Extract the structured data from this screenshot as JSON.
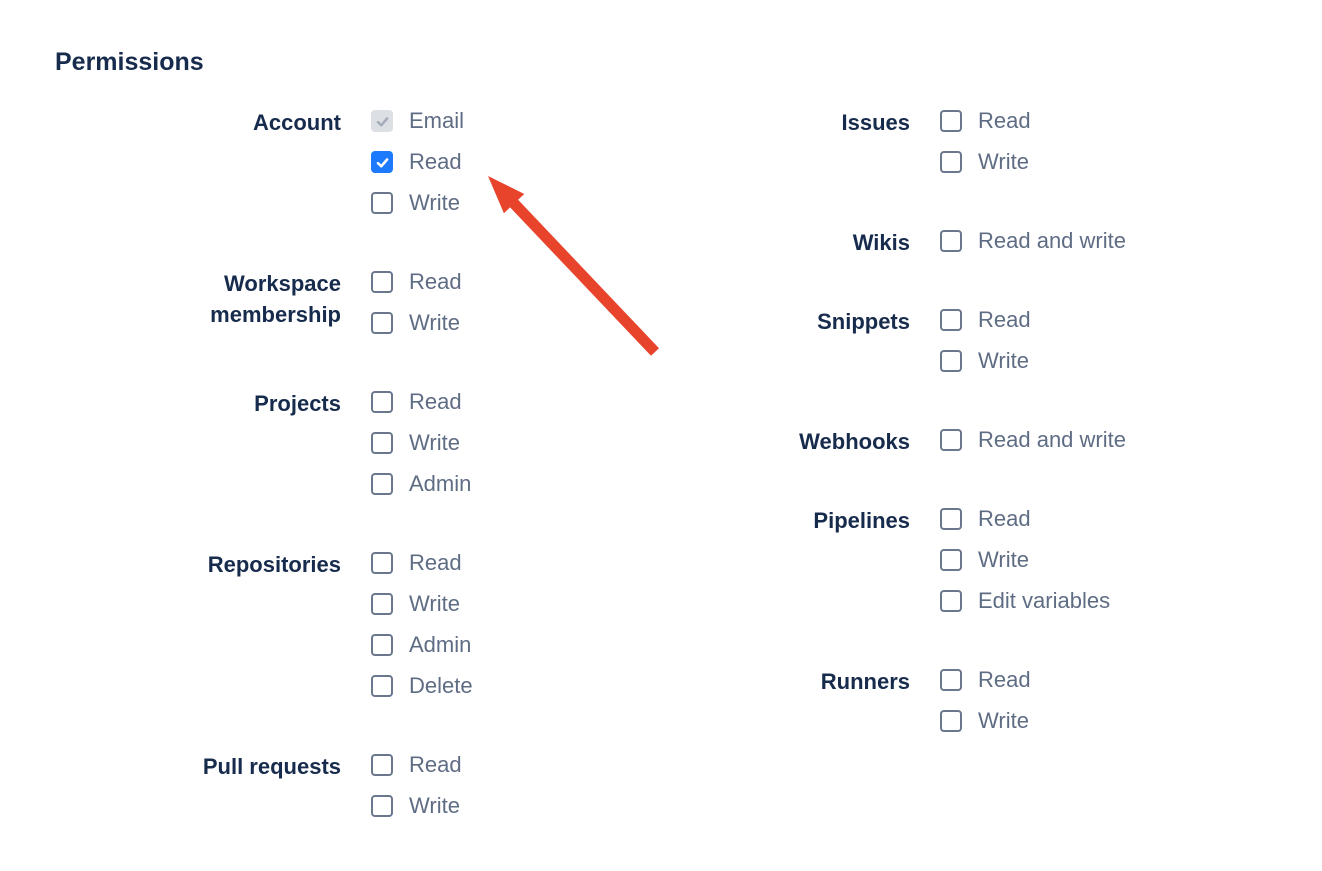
{
  "page": {
    "title": "Permissions"
  },
  "colors": {
    "heading_text": "#172B4D",
    "group_label_text": "#172B4D",
    "option_label_text": "#5E6C84",
    "checkbox_border": "#6B778C",
    "checkbox_checked_bg": "#1D7AFC",
    "checkbox_disabled_bg": "#DCDFE4",
    "checkbox_disabled_check": "#A5ADBA",
    "arrow_color": "#E8442C"
  },
  "columns": [
    {
      "name": "left",
      "groups": [
        {
          "label": "Account",
          "options": [
            {
              "label": "Email",
              "checked": true,
              "disabled": true
            },
            {
              "label": "Read",
              "checked": true,
              "disabled": false
            },
            {
              "label": "Write",
              "checked": false,
              "disabled": false
            }
          ]
        },
        {
          "label": "Workspace membership",
          "options": [
            {
              "label": "Read",
              "checked": false,
              "disabled": false
            },
            {
              "label": "Write",
              "checked": false,
              "disabled": false
            }
          ]
        },
        {
          "label": "Projects",
          "options": [
            {
              "label": "Read",
              "checked": false,
              "disabled": false
            },
            {
              "label": "Write",
              "checked": false,
              "disabled": false
            },
            {
              "label": "Admin",
              "checked": false,
              "disabled": false
            }
          ]
        },
        {
          "label": "Repositories",
          "options": [
            {
              "label": "Read",
              "checked": false,
              "disabled": false
            },
            {
              "label": "Write",
              "checked": false,
              "disabled": false
            },
            {
              "label": "Admin",
              "checked": false,
              "disabled": false
            },
            {
              "label": "Delete",
              "checked": false,
              "disabled": false
            }
          ]
        },
        {
          "label": "Pull requests",
          "options": [
            {
              "label": "Read",
              "checked": false,
              "disabled": false
            },
            {
              "label": "Write",
              "checked": false,
              "disabled": false
            }
          ]
        }
      ]
    },
    {
      "name": "right",
      "groups": [
        {
          "label": "Issues",
          "options": [
            {
              "label": "Read",
              "checked": false,
              "disabled": false
            },
            {
              "label": "Write",
              "checked": false,
              "disabled": false
            }
          ]
        },
        {
          "label": "Wikis",
          "options": [
            {
              "label": "Read and write",
              "checked": false,
              "disabled": false
            }
          ]
        },
        {
          "label": "Snippets",
          "options": [
            {
              "label": "Read",
              "checked": false,
              "disabled": false
            },
            {
              "label": "Write",
              "checked": false,
              "disabled": false
            }
          ]
        },
        {
          "label": "Webhooks",
          "options": [
            {
              "label": "Read and write",
              "checked": false,
              "disabled": false
            }
          ]
        },
        {
          "label": "Pipelines",
          "options": [
            {
              "label": "Read",
              "checked": false,
              "disabled": false
            },
            {
              "label": "Write",
              "checked": false,
              "disabled": false
            },
            {
              "label": "Edit variables",
              "checked": false,
              "disabled": false
            }
          ]
        },
        {
          "label": "Runners",
          "options": [
            {
              "label": "Read",
              "checked": false,
              "disabled": false
            },
            {
              "label": "Write",
              "checked": false,
              "disabled": false
            }
          ]
        }
      ]
    }
  ],
  "annotation": {
    "type": "arrow",
    "points_to": "account-read-checkbox"
  }
}
